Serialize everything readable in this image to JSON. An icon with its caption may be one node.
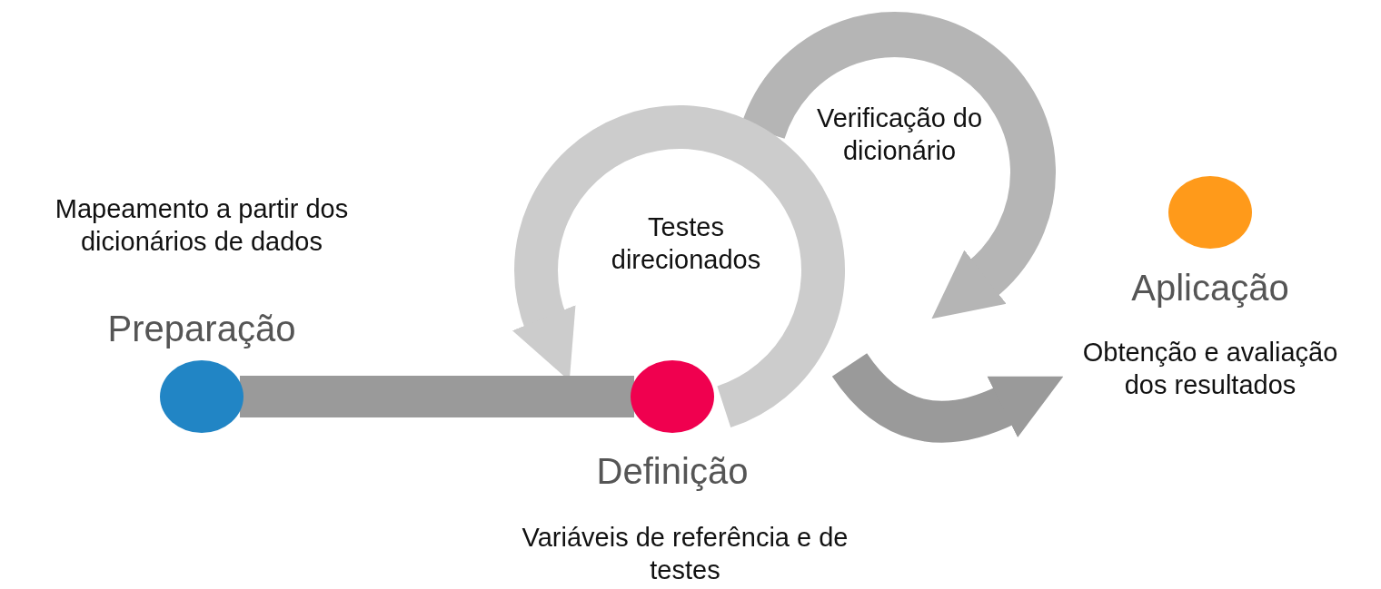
{
  "diagram": {
    "nodes": [
      {
        "text": [
          "Preparação"
        ]
      },
      {
        "text": [
          "Definição"
        ],
        "beside": [
          "Variáveis de referência e de testes"
        ]
      },
      {
        "text": [
          "Aplicação"
        ],
        "beside": [
          "Obtenção e avaliação dos resultados"
        ]
      }
    ],
    "edges": [
      {
        "from": 0,
        "to": 1,
        "arrow": "none"
      }
    ],
    "labels": [
      "Verificação do dicionário",
      "Mapeamento a partir dos dicionários de dados",
      "Testes direcionados"
    ]
  }
}
